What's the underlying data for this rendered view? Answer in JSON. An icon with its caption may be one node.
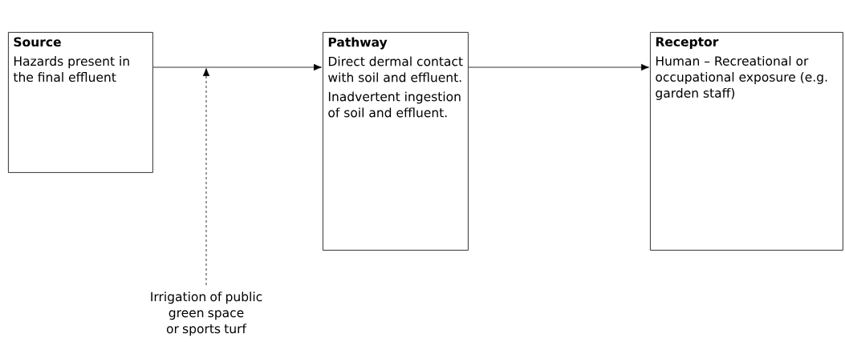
{
  "diagram": {
    "nodes": [
      {
        "text": [
          "Source",
          "Hazards present in the final effluent"
        ]
      },
      {
        "text": [
          "Pathway",
          "Direct dermal contact with soil and effluent.",
          "Inadvertent ingestion of soil and effluent."
        ]
      },
      {
        "text": [
          "Receptor",
          "Human – Recreational or occupational exposure (e.g. garden staff)"
        ]
      },
      {
        "text": [
          "Irrigation of public green space or sports turf"
        ]
      }
    ],
    "edges": [
      {
        "from": 0,
        "to": 1,
        "arrow": "to"
      },
      {
        "from": 1,
        "to": 2,
        "arrow": "to"
      },
      {
        "from": 3,
        "to": null,
        "arrow": "to",
        "style": "dashed"
      }
    ]
  }
}
